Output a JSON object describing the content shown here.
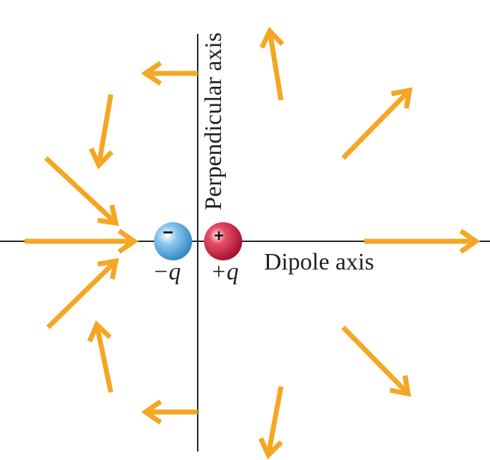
{
  "labels": {
    "perpendicular_axis": "Perpendicular axis",
    "dipole_axis": "Dipole axis"
  },
  "charges": {
    "negative": {
      "sign": "−",
      "label": "−q",
      "color": "#4a9fd8"
    },
    "positive": {
      "sign": "+",
      "label": "+q",
      "color": "#c8102e"
    }
  },
  "colors": {
    "arrow": "#f5a623",
    "axis": "#231f20"
  }
}
